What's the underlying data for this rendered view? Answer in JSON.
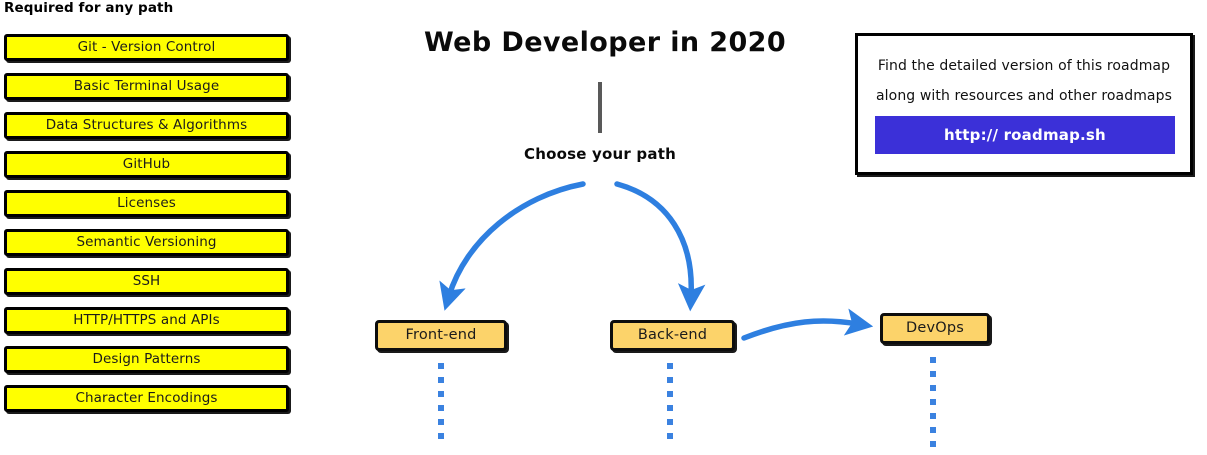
{
  "page": {
    "background": "#ffffff",
    "accent_blue": "#3b82e0",
    "topic_fill": "#ffff00",
    "path_fill": "#fcd36a",
    "button_fill": "#3b30d8",
    "trunk_color": "#595959"
  },
  "required_section": {
    "heading": "Required for any path",
    "items": [
      {
        "label": "Git - Version Control"
      },
      {
        "label": "Basic Terminal Usage"
      },
      {
        "label": "Data Structures & Algorithms"
      },
      {
        "label": "GitHub"
      },
      {
        "label": "Licenses"
      },
      {
        "label": "Semantic Versioning"
      },
      {
        "label": "SSH"
      },
      {
        "label": "HTTP/HTTPS and APIs"
      },
      {
        "label": "Design Patterns"
      },
      {
        "label": "Character Encodings"
      }
    ]
  },
  "roadmap": {
    "title": "Web Developer in 2020",
    "choose_path_label": "Choose your path",
    "paths": [
      {
        "label": "Front-end"
      },
      {
        "label": "Back-end"
      },
      {
        "label": "DevOps"
      }
    ]
  },
  "info_card": {
    "line_1": "Find the detailed version of this roadmap",
    "line_2": "along with resources and other roadmaps",
    "button_label": "http:// roadmap.sh"
  }
}
